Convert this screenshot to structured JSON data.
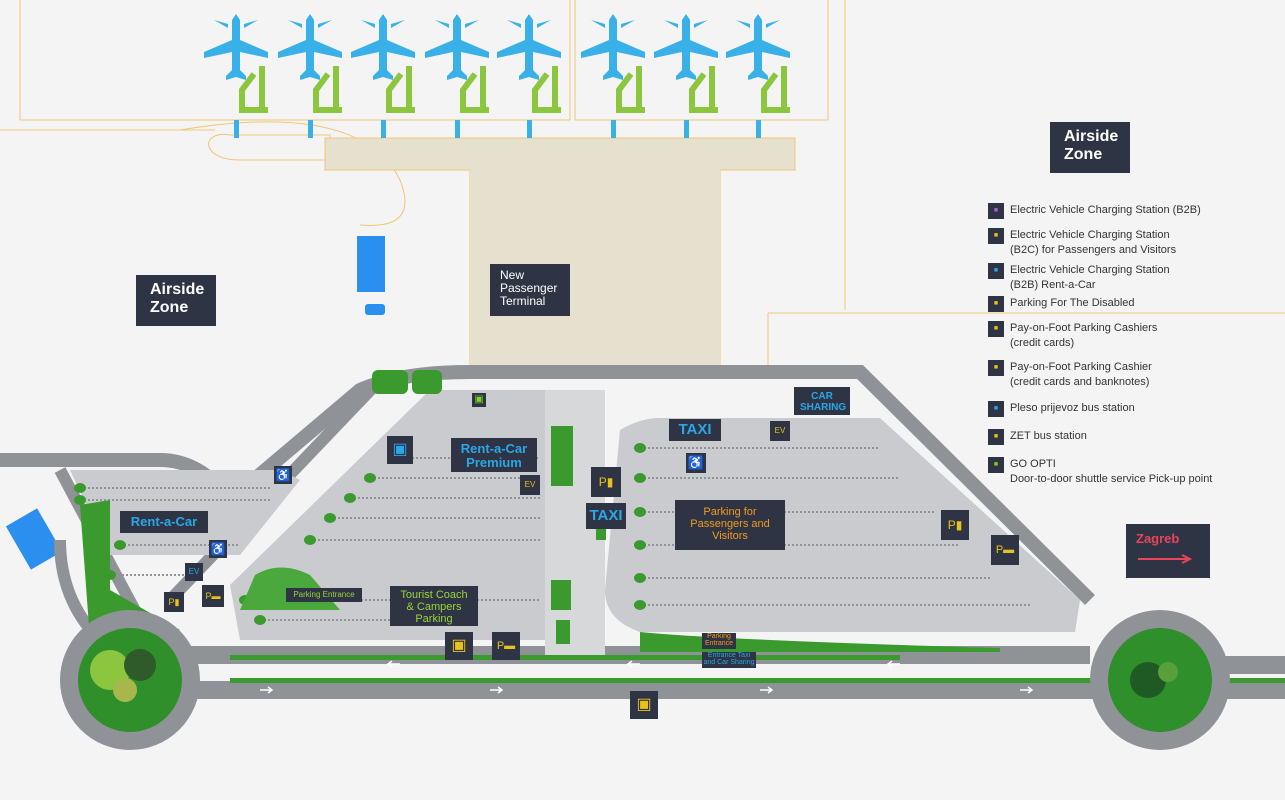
{
  "labels": {
    "airside_zone_left": "Airside\nZone",
    "airside_zone_right": "Airside\nZone",
    "terminal": "New\nPassenger\nTerminal",
    "rent_a_car": "Rent-a-Car",
    "rent_a_car_premium": "Rent-a-Car\nPremium",
    "taxi_top": "TAXI",
    "taxi_mid": "TAXI",
    "car_sharing": "CAR\nSHARING",
    "parking_passengers": "Parking for\nPassengers and\nVisitors",
    "tourist_coach": "Tourist Coach\n& Campers\nParking",
    "parking_entrance_left": "Parking Entrance",
    "parking_entrance_right": "Parking\nEntrance",
    "entrance_taxi": "Entrance Taxi\nand Car Sharing",
    "zagreb": "Zagreb"
  },
  "legend": [
    {
      "icon": "ev-b2b-icon",
      "color": "#b45ad6",
      "text": "Electric Vehicle Charging Station (B2B)"
    },
    {
      "icon": "ev-b2c-icon",
      "color": "#e8c21a",
      "text": "Electric Vehicle Charging Station\n(B2C) for Passengers and Visitors"
    },
    {
      "icon": "ev-rentacar-icon",
      "color": "#2aa7e8",
      "text": "Electric Vehicle Charging Station\n(B2B) Rent-a-Car"
    },
    {
      "icon": "disabled-parking-icon",
      "color": "#e8c21a",
      "text": "Parking For The Disabled"
    },
    {
      "icon": "pay-cashiers-icon",
      "color": "#e8c21a",
      "text": "Pay-on-Foot Parking Cashiers\n(credit cards)"
    },
    {
      "icon": "pay-cashier-cash-icon",
      "color": "#e8c21a",
      "text": "Pay-on-Foot Parking Cashier\n(credit cards and banknotes)"
    },
    {
      "icon": "pleso-bus-icon",
      "color": "#2aa7e8",
      "text": "Pleso prijevoz bus station"
    },
    {
      "icon": "zet-bus-icon",
      "color": "#e8c21a",
      "text": "ZET bus station"
    },
    {
      "icon": "go-opti-icon",
      "color": "#7ed321",
      "text": "GO OPTI\nDoor-to-door shuttle service Pick-up point"
    }
  ],
  "colors": {
    "road": "#8f9296",
    "parking": "#c9cbce",
    "green": "#3a9a2e",
    "plane": "#39b0e8",
    "bridge": "#8cc63f",
    "terminal": "#e6e1cf",
    "dark": "#2e3443",
    "accent_blue": "#2aa7e8",
    "accent_orange": "#f39a1e",
    "accent_green": "#9bd43a",
    "accent_red": "#e8455a",
    "apron_line": "#f0c676"
  }
}
